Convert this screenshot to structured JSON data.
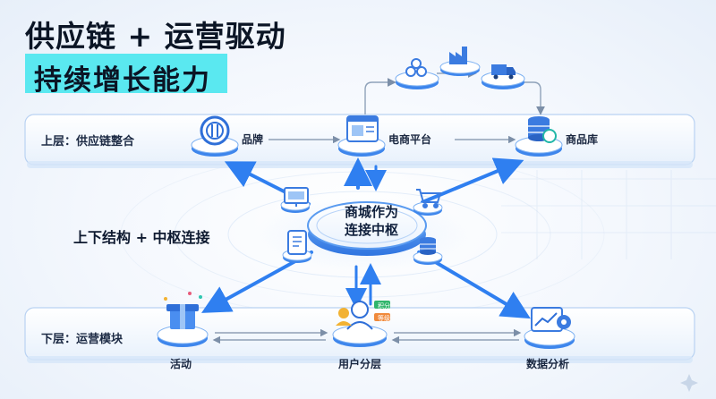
{
  "header": {
    "title": "供应链 + 运营驱动",
    "subtitle": "持续增长能力"
  },
  "layers": {
    "top": {
      "label": "上层：供应链整合"
    },
    "middle": {
      "label": "上下结构 + 中枢连接"
    },
    "bottom": {
      "label": "下层：运营模块"
    }
  },
  "nodes": {
    "brand": "品牌",
    "ecommerce": "电商平台",
    "product_library": "商品库",
    "hub_line1": "商城作为",
    "hub_line2": "连接中枢",
    "activity": "活动",
    "user_segmentation": "用户分层",
    "data_analysis": "数据分析"
  },
  "tags": {
    "tag_green": "积分",
    "tag_orange": "等级"
  },
  "icons": [
    "brand-logo-icon",
    "browser-window-icon",
    "database-sync-icon",
    "materials-icon",
    "factory-icon",
    "delivery-truck-icon",
    "monitor-icon",
    "shopping-cart-icon",
    "tablet-checklist-icon",
    "database-icon",
    "gift-box-icon",
    "user-group-icon",
    "chart-gear-icon"
  ],
  "colors": {
    "accent_cyan": "#5ae8f0",
    "arrow_blue": "#2f7ff0",
    "platform_edge": "#b9d2f2"
  }
}
